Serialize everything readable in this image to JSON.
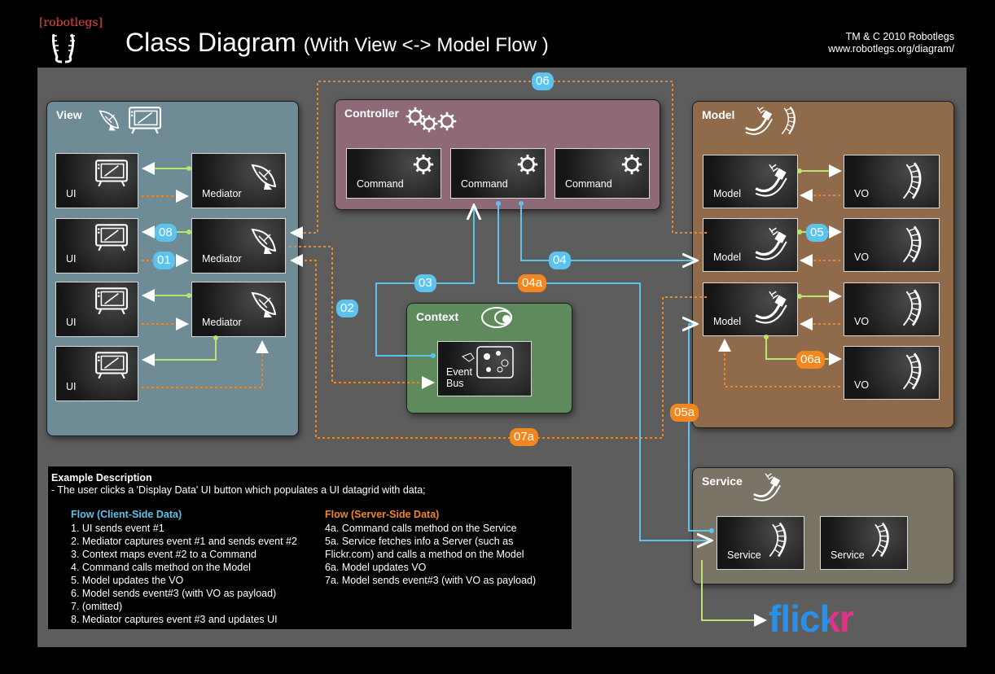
{
  "header": {
    "logo_text": "[robotlegs]",
    "title": "Class Diagram",
    "subtitle": "(With View <-> Model Flow )",
    "credits": [
      "TM & C 2010 Robotlegs",
      "www.robotlegs.org/diagram/"
    ]
  },
  "panels": {
    "view": {
      "title": "View"
    },
    "controller": {
      "title": "Controller"
    },
    "model": {
      "title": "Model"
    },
    "context": {
      "title": "Context"
    },
    "service": {
      "title": "Service"
    }
  },
  "view": {
    "ui_label": "UI",
    "mediator_label": "Mediator"
  },
  "controller": {
    "command_label": "Command"
  },
  "model": {
    "model_label": "Model",
    "vo_label": "VO"
  },
  "context": {
    "event_bus_label": "Event\nBus"
  },
  "service": {
    "service_label": "Service"
  },
  "flickr_logo": "flickr",
  "badges": {
    "b01": "01",
    "b02": "02",
    "b03": "03",
    "b04": "04",
    "b04a": "04a",
    "b05": "05",
    "b05a": "05a",
    "b06": "06",
    "b06a": "06a",
    "b07a": "07a",
    "b08": "08"
  },
  "colors": {
    "blue_flow": "#5cc3ef",
    "orange_flow": "#f1871e",
    "green_flow": "#b9e46d",
    "view_panel": "#6f8c96",
    "controller_panel": "#8e6a78",
    "model_panel": "#8f6b4c",
    "context_panel": "#5f8a5d",
    "service_panel": "#7a7466"
  },
  "description": {
    "heading": "Example Description",
    "intro": "- The user clicks a 'Display Data' UI button which populates a UI datagrid with data;",
    "client_title": "Flow (Client-Side Data)",
    "client_steps": [
      "1. UI sends event #1",
      "2. Mediator captures event #1 and sends event #2",
      "3. Context maps event #2 to a Command",
      "4. Command calls method on the Model",
      "5. Model updates the VO",
      "6. Model sends event#3 (with VO as payload)",
      "7. (omitted)",
      "8. Mediator captures event #3 and updates UI"
    ],
    "server_title": "Flow (Server-Side Data)",
    "server_steps": [
      "4a. Command calls method on the Service",
      "5a. Service fetches info a Server (such as",
      "Flickr.com) and calls a method on the Model",
      "6a. Model updates VO",
      "7a. Model sends event#3 (with VO as payload)"
    ]
  },
  "icons": [
    "robotlegs-logo",
    "satellite-dish-icon",
    "monitor-icon",
    "gear-icon",
    "robot-arm-icon",
    "coil-icon",
    "event-bus-icon"
  ]
}
